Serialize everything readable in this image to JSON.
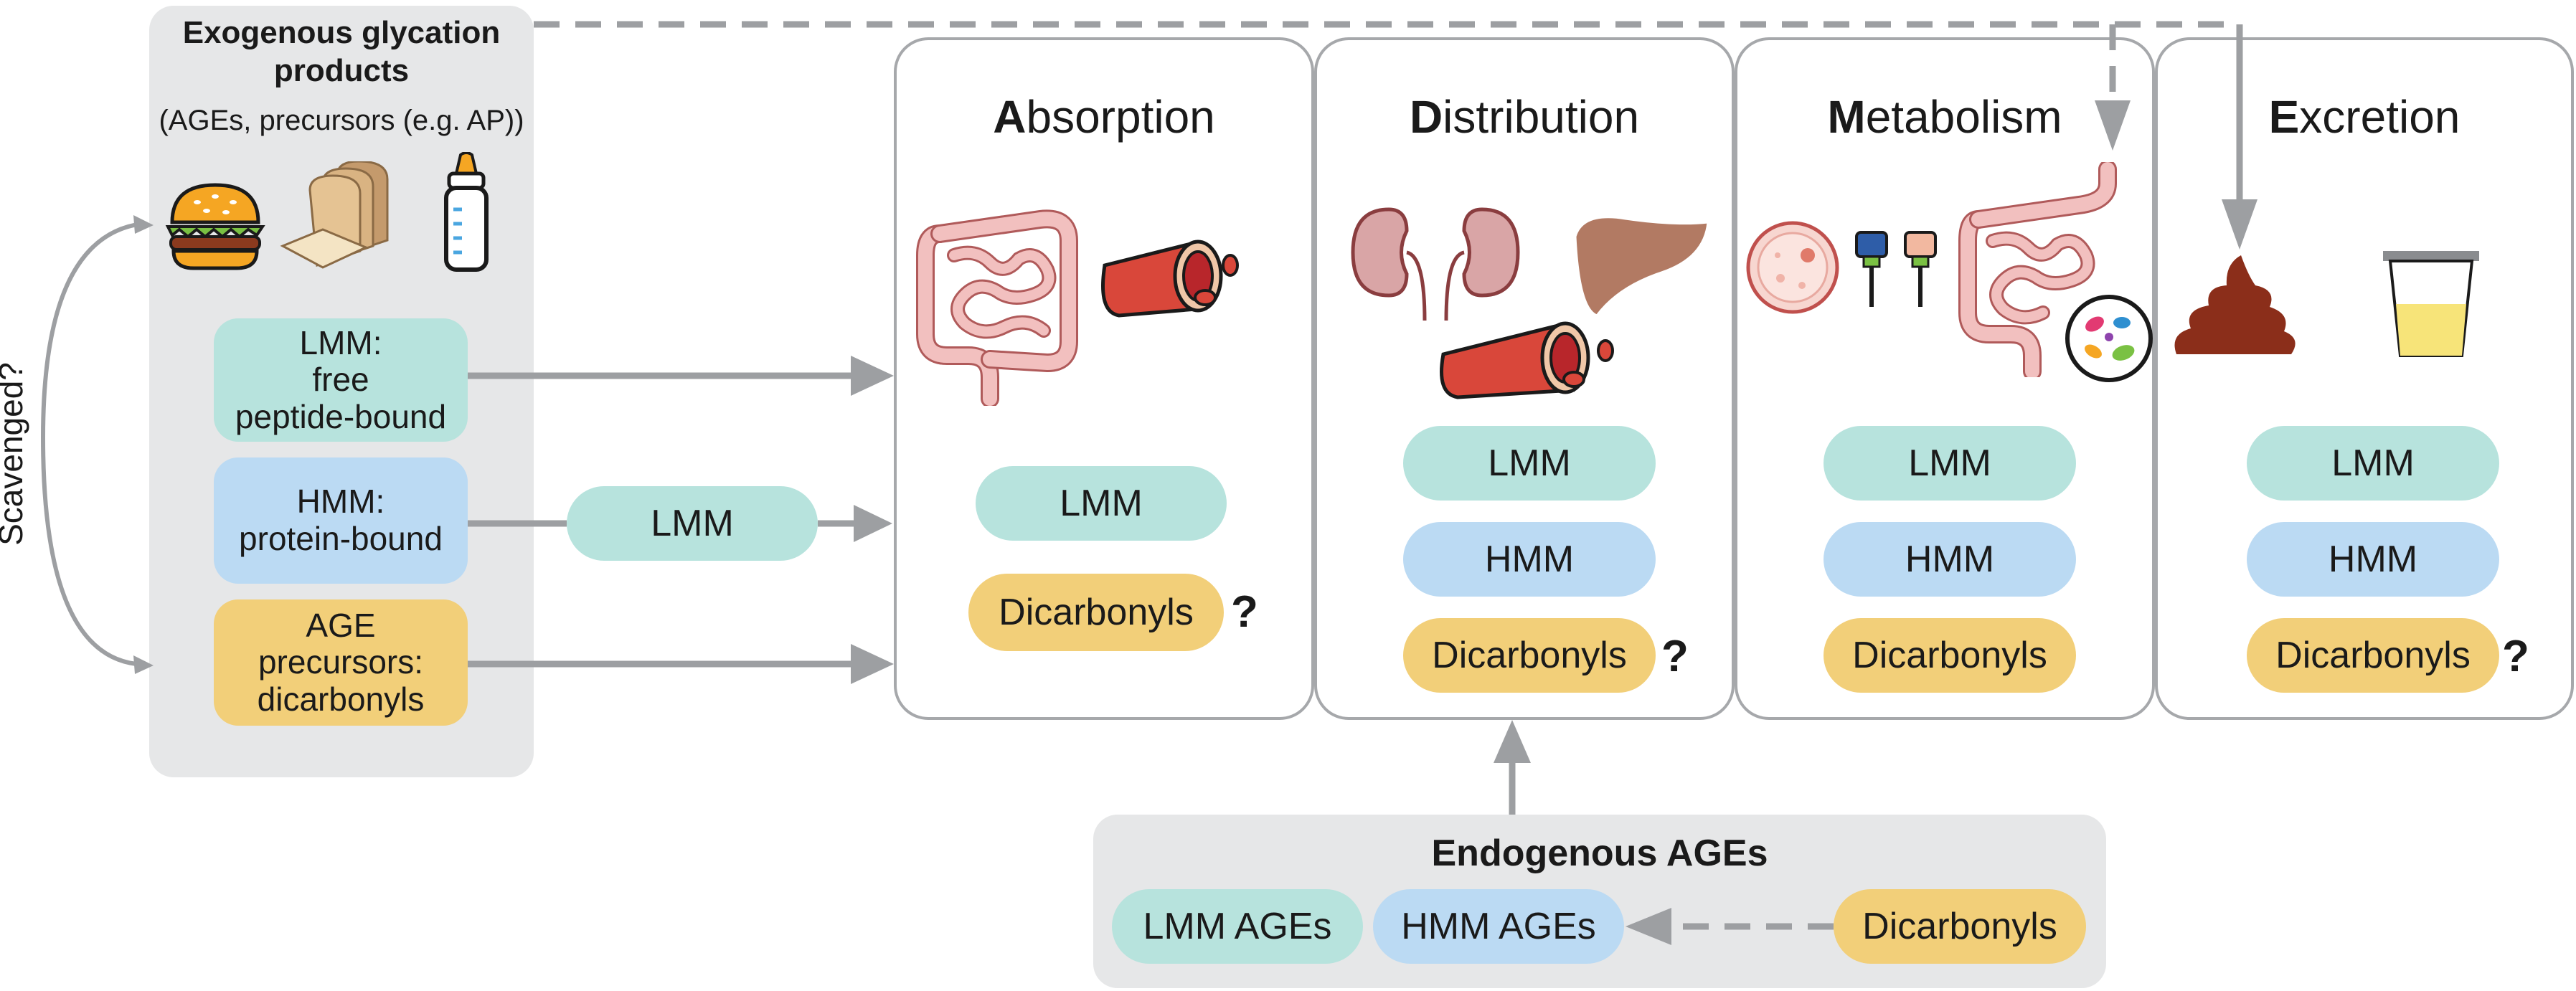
{
  "exogenous": {
    "title_line1": "Exogenous glycation",
    "title_line2": "products",
    "subtitle": "(AGEs, precursors (e.g. AP))",
    "boxes": [
      {
        "line1": "LMM:",
        "line2": "free",
        "line3": "peptide-bound"
      },
      {
        "line1": "HMM:",
        "line2": "protein-bound"
      },
      {
        "line1": "AGE precursors:",
        "line2": "dicarbonyls"
      }
    ],
    "mid_pill": "LMM",
    "side_label": "Scavenged?"
  },
  "stages": [
    {
      "initial": "A",
      "rest": "bsorption",
      "pills": [
        "LMM",
        "Dicarbonyls"
      ],
      "question": "?"
    },
    {
      "initial": "D",
      "rest": "istribution",
      "pills": [
        "LMM",
        "HMM",
        "Dicarbonyls"
      ],
      "question": "?"
    },
    {
      "initial": "M",
      "rest": "etabolism",
      "pills": [
        "LMM",
        "HMM",
        "Dicarbonyls"
      ],
      "question": ""
    },
    {
      "initial": "E",
      "rest": "xcretion",
      "pills": [
        "LMM",
        "HMM",
        "Dicarbonyls"
      ],
      "question": "?"
    }
  ],
  "endogenous": {
    "title": "Endogenous AGEs",
    "pills": [
      "LMM AGEs",
      "HMM AGEs",
      "Dicarbonyls"
    ]
  },
  "colors": {
    "lmm": "#b7e3dd",
    "hmm": "#bbdaf3",
    "dicarbonyls": "#f2cf79",
    "panel": "#e6e7e8",
    "stage_border": "#a6a8ab",
    "arrow": "#9d9fa2"
  }
}
